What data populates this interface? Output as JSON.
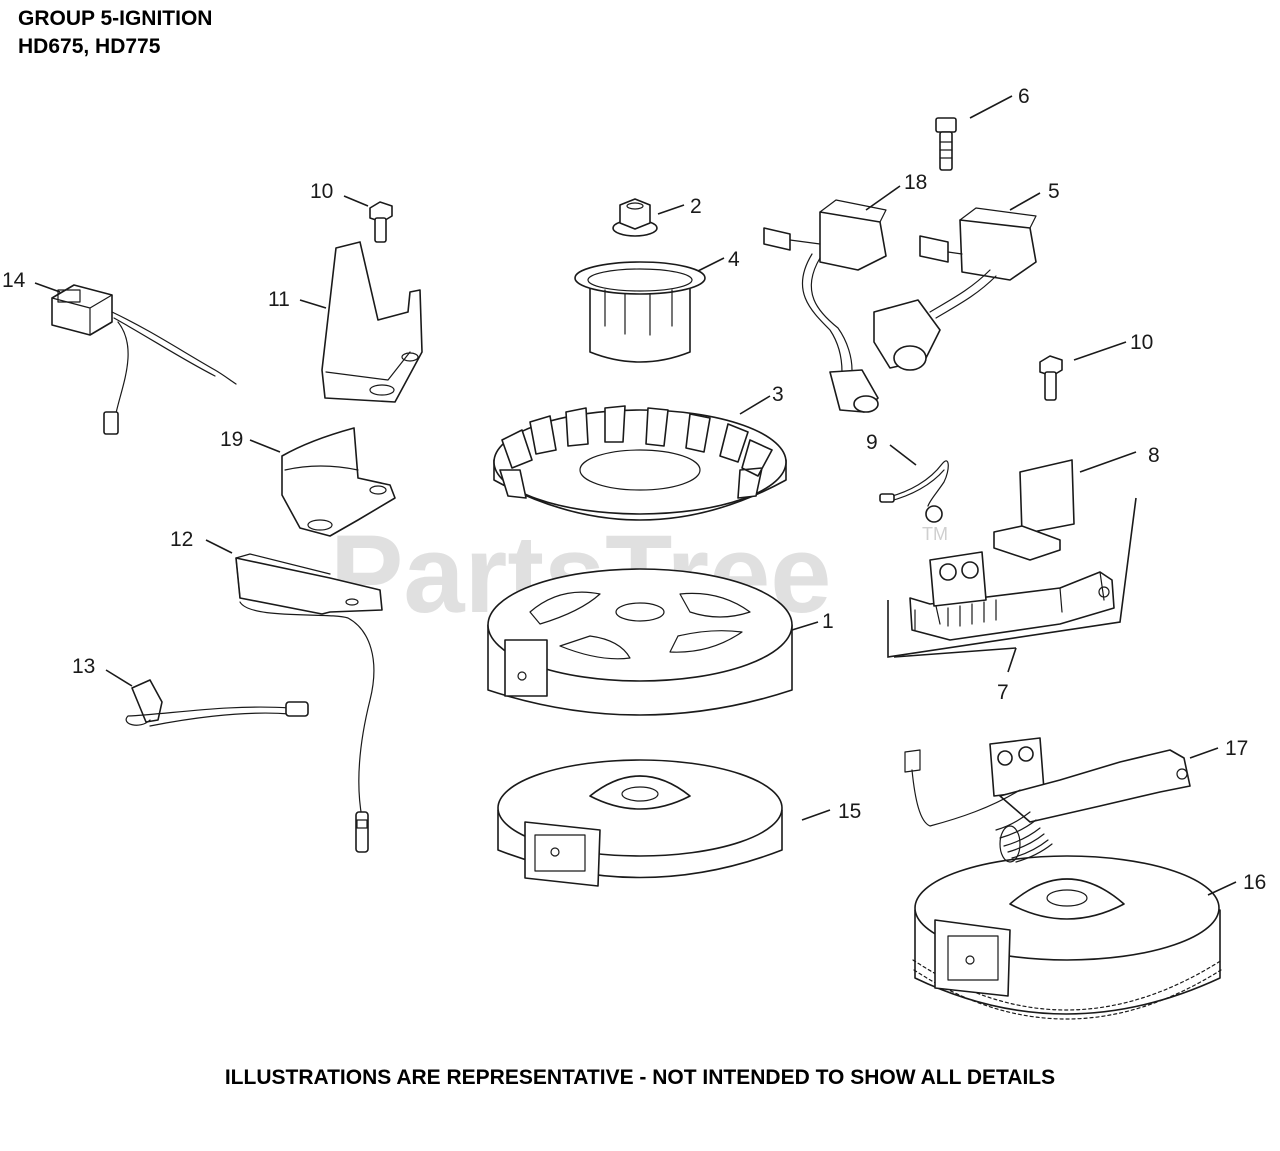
{
  "header": {
    "title_line1": "GROUP 5-IGNITION",
    "title_line2": "HD675, HD775"
  },
  "watermark": {
    "text": "PartsTree",
    "mark": "TM"
  },
  "callouts": {
    "c1": "1",
    "c2": "2",
    "c3": "3",
    "c4": "4",
    "c5": "5",
    "c6": "6",
    "c7": "7",
    "c8": "8",
    "c9": "9",
    "c10a": "10",
    "c10b": "10",
    "c11": "11",
    "c12": "12",
    "c13": "13",
    "c14": "14",
    "c15": "15",
    "c16": "16",
    "c17": "17",
    "c18": "18",
    "c19": "19"
  },
  "footer": {
    "note": "ILLUSTRATIONS ARE REPRESENTATIVE - NOT INTENDED TO SHOW ALL DETAILS"
  }
}
